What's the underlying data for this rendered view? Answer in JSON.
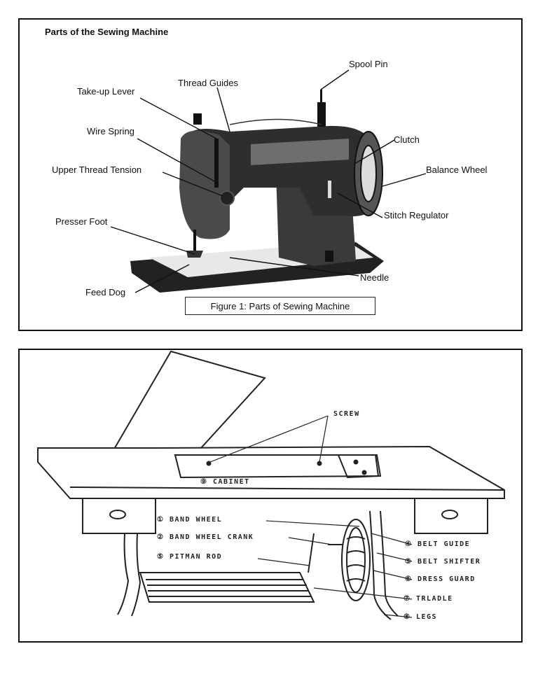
{
  "panel1": {
    "title": "Parts of the Sewing Machine",
    "labels": {
      "spool_pin": "Spool Pin",
      "thread_guides": "Thread Guides",
      "take_up_lever": "Take-up Lever",
      "wire_spring": "Wire Spring",
      "clutch": "Clutch",
      "upper_thread_tension": "Upper Thread Tension",
      "balance_wheel": "Balance Wheel",
      "stitch_regulator": "Stitch Regulator",
      "presser_foot": "Presser Foot",
      "needle": "Needle",
      "feed_dog": "Feed Dog"
    },
    "caption": "Figure 1: Parts of Sewing Machine"
  },
  "panel2": {
    "labels": {
      "screw": "SCREW",
      "cabinet": "⑨ CABINET",
      "band_wheel": "① BAND WHEEL",
      "band_wheel_crank": "② BAND WHEEL CRANK",
      "pitman_rod": "⑤ PITMAN ROD",
      "belt_guide": "④ BELT GUIDE",
      "belt_shifter": "⑤ BELT SHIFTER",
      "dress_guard": "⑥ DRESS GUARD",
      "treadle": "⑦ TRLADLE",
      "legs": "⑧ LEGS"
    }
  }
}
